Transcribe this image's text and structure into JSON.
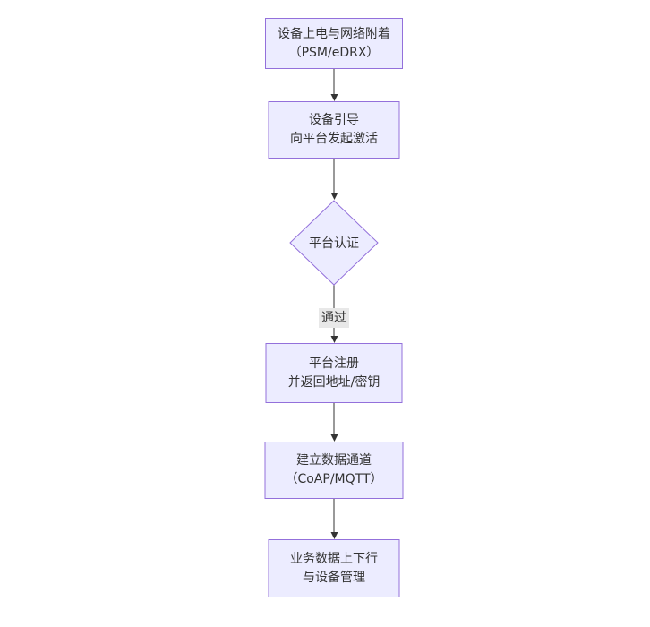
{
  "diagram": {
    "type": "flowchart",
    "direction": "top-down",
    "colors": {
      "background": "#ffffff",
      "node_fill": "#ECECFF",
      "node_border": "#9370DB",
      "text": "#333333",
      "arrow": "#333333",
      "edge_label_bg": "#e8e8e8"
    },
    "nodes": [
      {
        "id": "power-attach",
        "shape": "rect",
        "lines": [
          "设备上电与网络附着",
          "（PSM/eDRX）"
        ]
      },
      {
        "id": "bootstrap",
        "shape": "rect",
        "lines": [
          "设备引导",
          "向平台发起激活"
        ]
      },
      {
        "id": "platform-auth",
        "shape": "diamond",
        "lines": [
          "平台认证"
        ]
      },
      {
        "id": "register",
        "shape": "rect",
        "lines": [
          "平台注册",
          "并返回地址/密钥"
        ]
      },
      {
        "id": "data-channel",
        "shape": "rect",
        "lines": [
          "建立数据通道",
          "（CoAP/MQTT）"
        ]
      },
      {
        "id": "business",
        "shape": "rect",
        "lines": [
          "业务数据上下行",
          "与设备管理"
        ]
      }
    ],
    "edges": [
      {
        "from": "power-attach",
        "to": "bootstrap",
        "label": ""
      },
      {
        "from": "bootstrap",
        "to": "platform-auth",
        "label": ""
      },
      {
        "from": "platform-auth",
        "to": "register",
        "label": "通过"
      },
      {
        "from": "register",
        "to": "data-channel",
        "label": ""
      },
      {
        "from": "data-channel",
        "to": "business",
        "label": ""
      }
    ]
  }
}
